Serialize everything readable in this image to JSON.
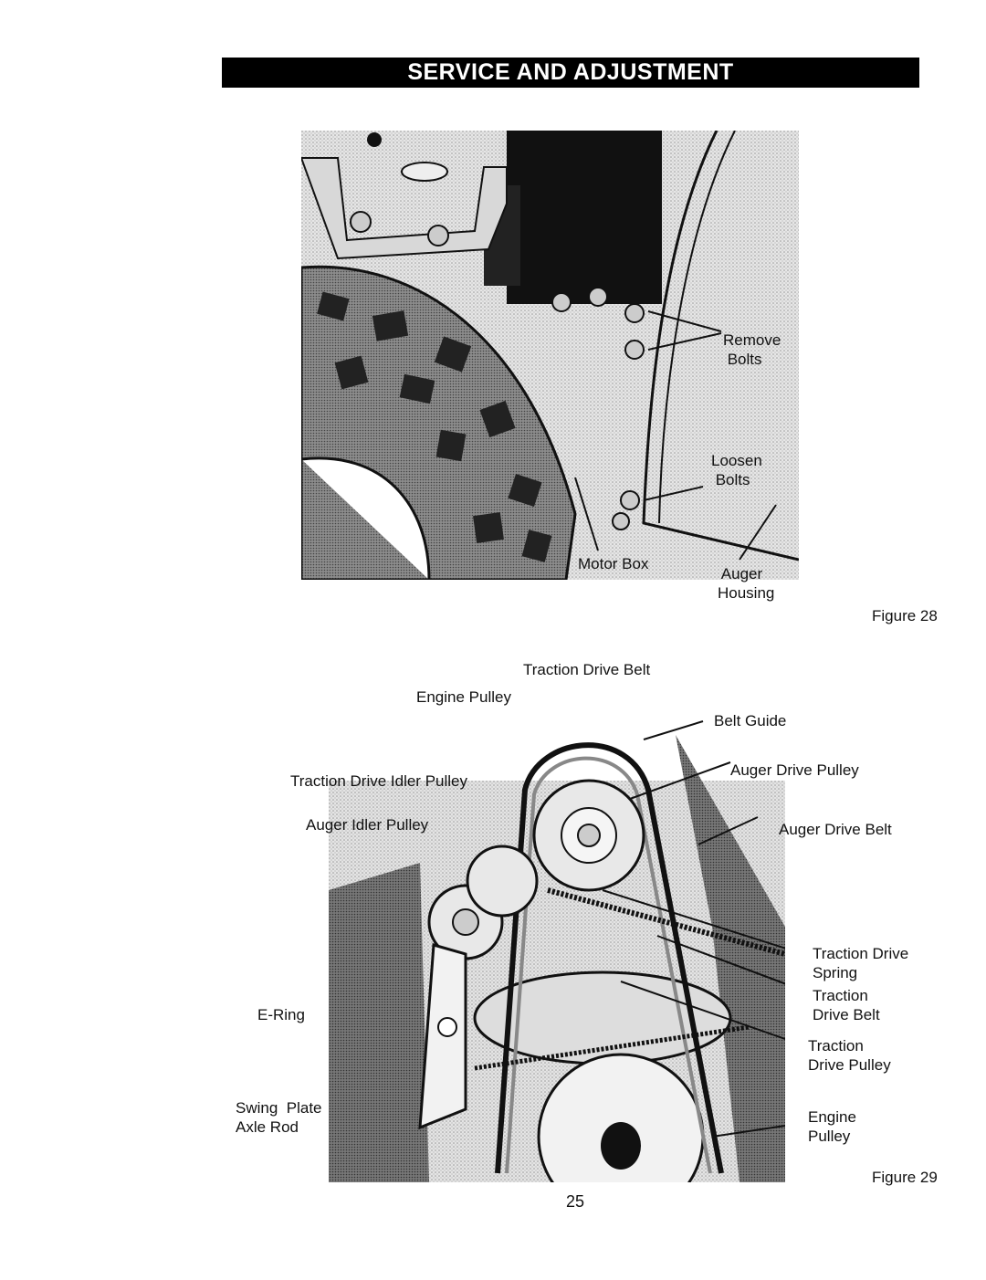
{
  "header": {
    "title": "SERVICE AND ADJUSTMENT"
  },
  "figure28": {
    "caption": "Figure 28",
    "labels": {
      "remove_bolts": "Remove\n Bolts",
      "loosen_bolts": "Loosen\n Bolts",
      "motor_box": "Motor Box",
      "auger_housing": " Auger\nHousing"
    }
  },
  "figure29": {
    "caption": "Figure 29",
    "labels": {
      "traction_drive_belt_top": "Traction Drive Belt",
      "engine_pulley_top": "Engine Pulley",
      "belt_guide": "Belt Guide",
      "traction_drive_idler_pulley": "Traction Drive Idler Pulley",
      "auger_drive_pulley": "Auger Drive Pulley",
      "auger_idler_pulley": "Auger Idler Pulley",
      "auger_drive_belt": "Auger Drive Belt",
      "traction_drive_spring": "Traction Drive\nSpring",
      "e_ring": "E-Ring",
      "traction_drive_belt": "Traction\nDrive Belt",
      "traction_drive_pulley": "Traction\nDrive Pulley",
      "swing_plate_axle_rod": "Swing  Plate\nAxle Rod",
      "engine_pulley_bottom": "Engine\nPulley"
    }
  },
  "page_number": "25"
}
